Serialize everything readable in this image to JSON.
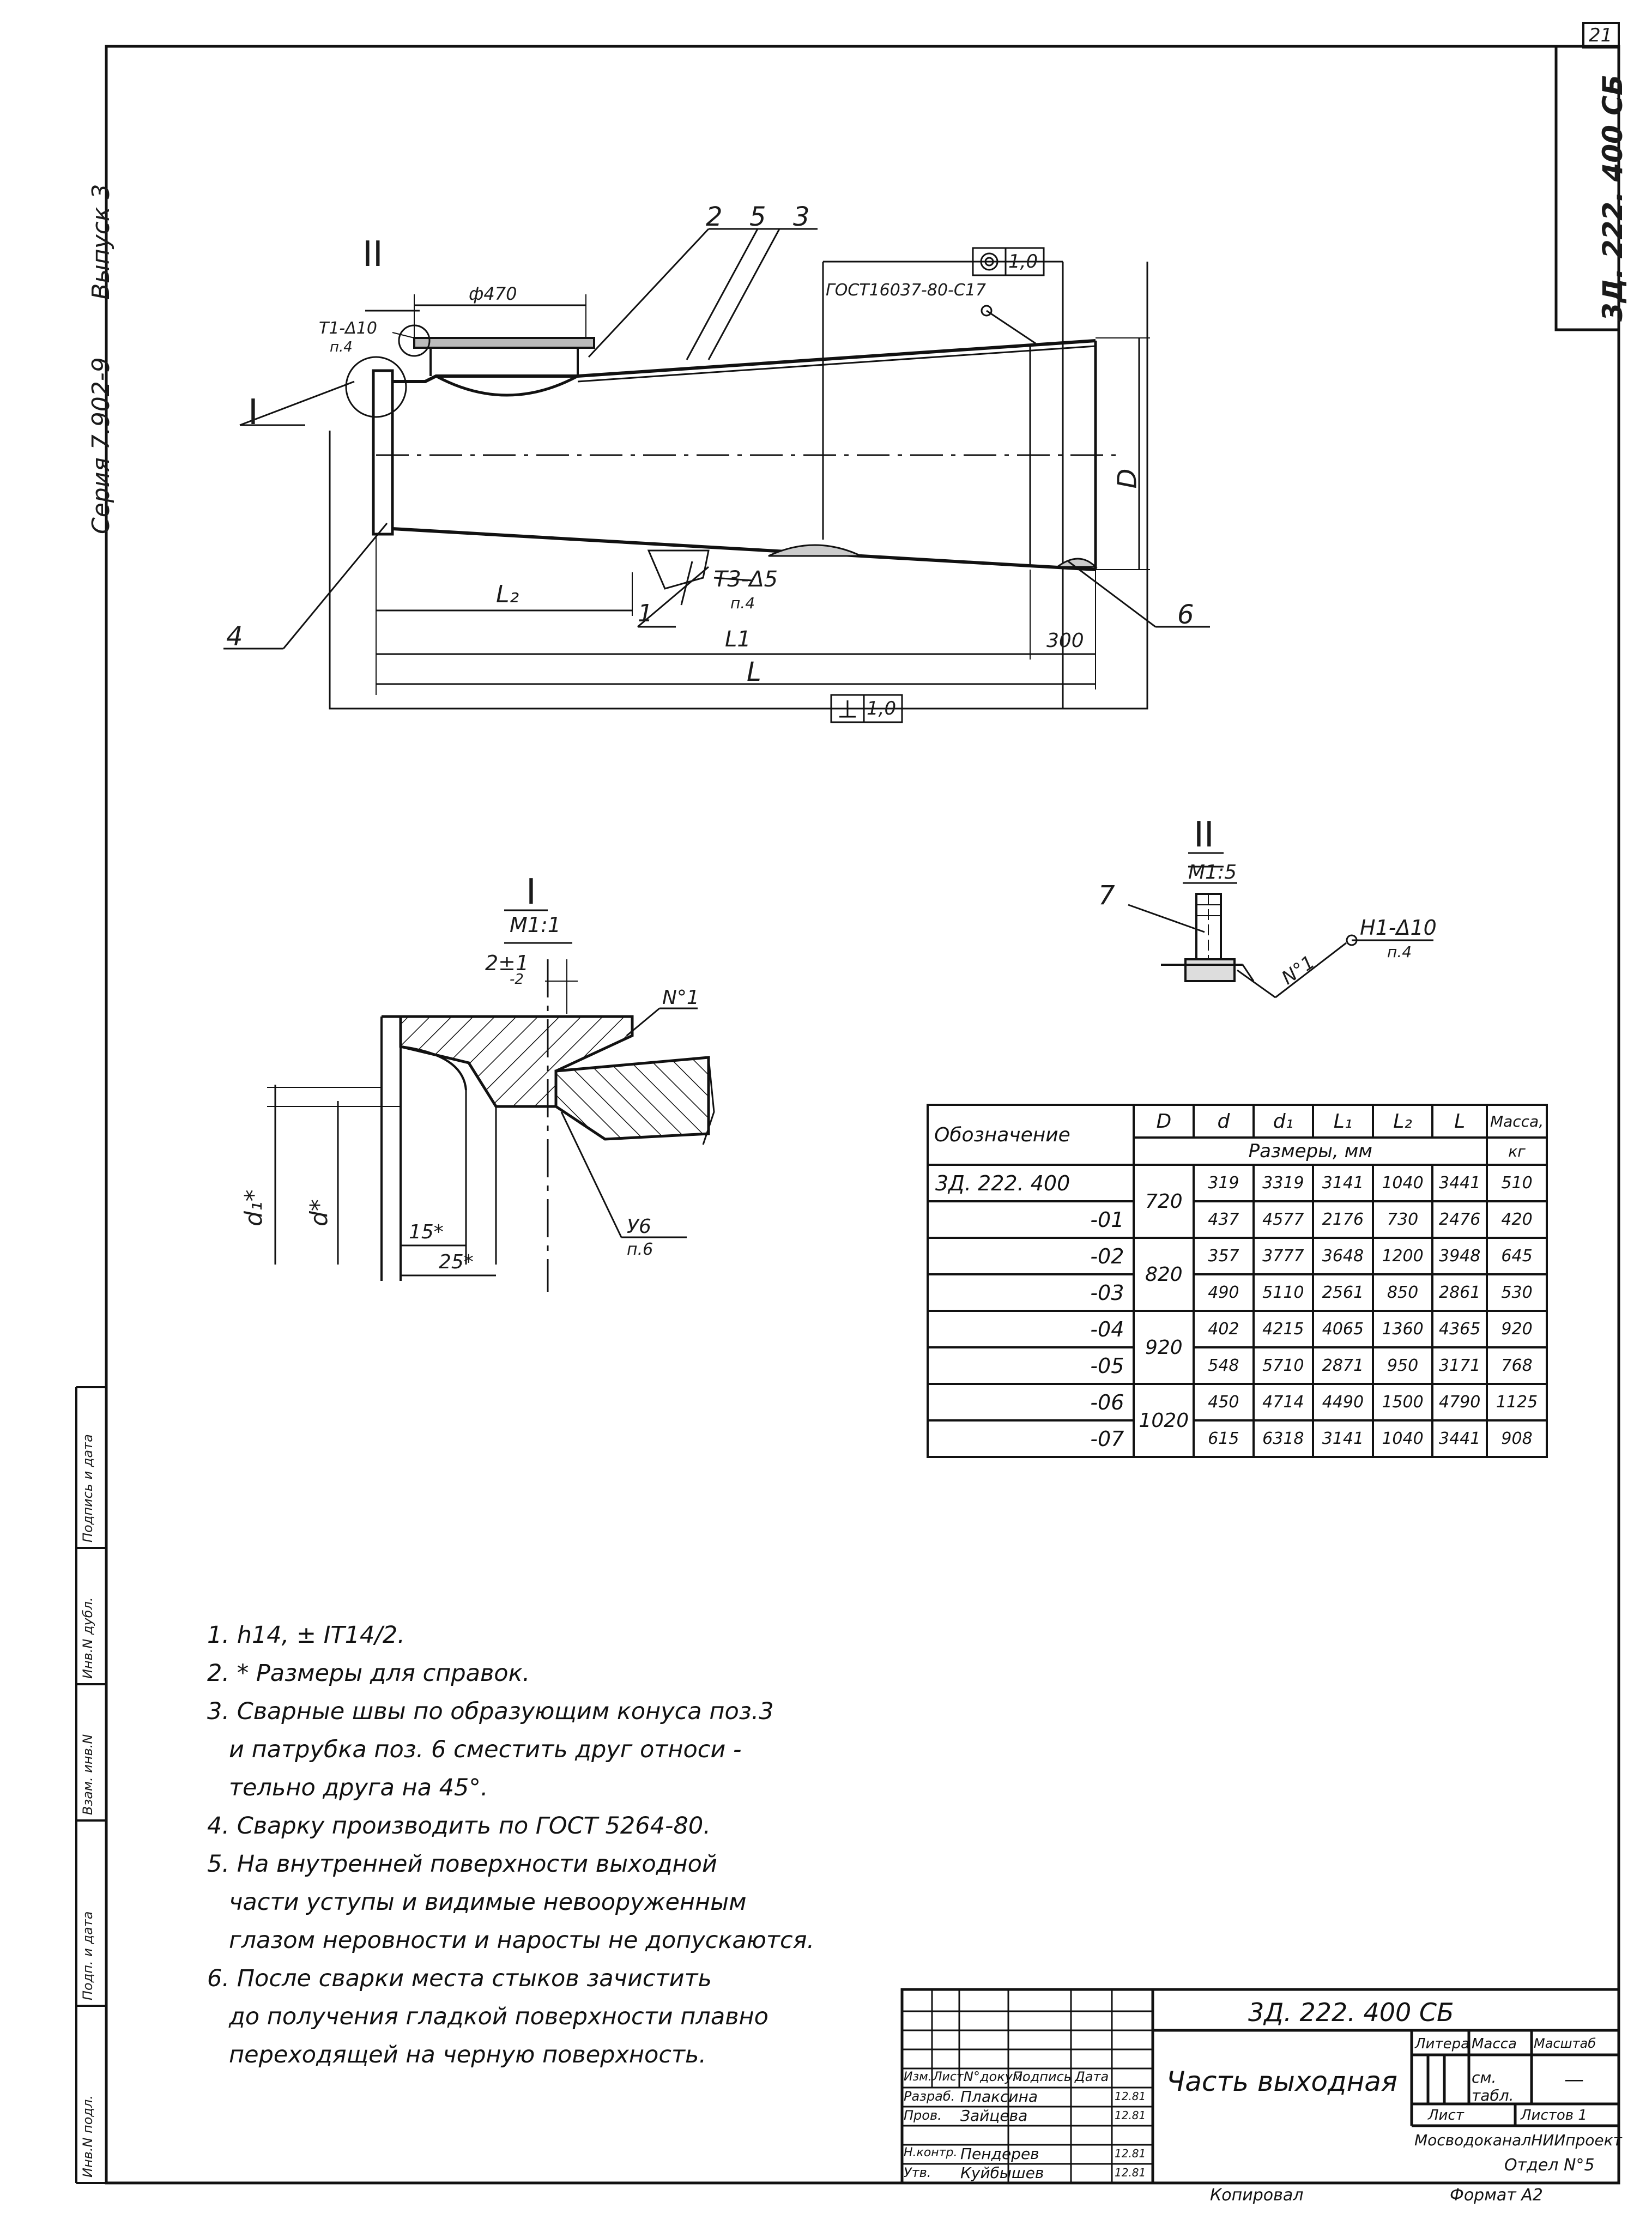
{
  "sheet": {
    "page_number": "21",
    "corner_code": "3Д. 222. 400 СБ",
    "series": "Серия 7.902-9",
    "issue": "Выпуск 3"
  },
  "views": {
    "main": {
      "label_II": "II",
      "label_I": "I",
      "diam_470": "ф470",
      "weld_T1": "Т1-Δ10",
      "weld_T1_ref": "п.4",
      "gost_ref": "ГОСТ16037-80-С17",
      "tol_concentricity": "1,0",
      "tol_perpendicularity": "1,0",
      "weld_T3": "Т3-Δ5",
      "weld_T3_ref": "п.4",
      "pos_1": "1",
      "pos_2": "2",
      "pos_3": "3",
      "pos_4": "4",
      "pos_5": "5",
      "pos_6": "6",
      "dim_D": "D",
      "dim_L2": "L₂",
      "dim_L1": "L1",
      "dim_L": "L",
      "dim_300": "300"
    },
    "detail_I": {
      "title": "I",
      "scale": "М1:1",
      "gap": "2±1",
      "gap_lower": "-2",
      "no1": "N°1",
      "d1": "d₁*",
      "d": "d*",
      "dim_15": "15*",
      "dim_25": "25*",
      "weld_U6": "У6",
      "weld_U6_ref": "п.6"
    },
    "detail_II": {
      "title": "II",
      "scale": "М1:5",
      "pos_7": "7",
      "no1": "N°1",
      "weld_H1": "Н1-Δ10",
      "weld_H1_ref": "п.4"
    }
  },
  "spec_table": {
    "headers": {
      "designation": "Обозначение",
      "D": "D",
      "d": "d",
      "d1": "d₁",
      "L1": "L₁",
      "L2": "L₂",
      "L": "L",
      "mass": "Масса,",
      "mass_unit": "кг",
      "dims_group": "Размеры, мм"
    },
    "rows": [
      {
        "des": "3Д. 222. 400",
        "D": "720",
        "d": "319",
        "d1": "3319",
        "L1": "3141",
        "L2": "1040",
        "L": "3441",
        "mass": "510"
      },
      {
        "des": "-01",
        "D": "720",
        "d": "437",
        "d1": "4577",
        "L1": "2176",
        "L2": "730",
        "L": "2476",
        "mass": "420"
      },
      {
        "des": "-02",
        "D": "820",
        "d": "357",
        "d1": "3777",
        "L1": "3648",
        "L2": "1200",
        "L": "3948",
        "mass": "645"
      },
      {
        "des": "-03",
        "D": "820",
        "d": "490",
        "d1": "5110",
        "L1": "2561",
        "L2": "850",
        "L": "2861",
        "mass": "530"
      },
      {
        "des": "-04",
        "D": "920",
        "d": "402",
        "d1": "4215",
        "L1": "4065",
        "L2": "1360",
        "L": "4365",
        "mass": "920"
      },
      {
        "des": "-05",
        "D": "920",
        "d": "548",
        "d1": "5710",
        "L1": "2871",
        "L2": "950",
        "L": "3171",
        "mass": "768"
      },
      {
        "des": "-06",
        "D": "1020",
        "d": "450",
        "d1": "4714",
        "L1": "4490",
        "L2": "1500",
        "L": "4790",
        "mass": "1125"
      },
      {
        "des": "-07",
        "D": "1020",
        "d": "615",
        "d1": "6318",
        "L1": "3141",
        "L2": "1040",
        "L": "3441",
        "mass": "908"
      }
    ]
  },
  "notes": [
    "1.  h14, ± IT14/2.",
    "2. * Размеры для справок.",
    "3.  Сварные швы по образующим конуса поз.3",
    "и патрубка поз. 6 сместить друг относи -",
    "тельно друга на 45°.",
    "4.  Сварку производить по ГОСТ 5264-80.",
    "5.  На внутренней поверхности выходной",
    "части уступы и видимые невооруженным",
    "глазом неровности и наросты не допускаются.",
    "6.  После сварки места стыков зачистить",
    "до получения гладкой поверхности плавно",
    "переходящей на черную поверхность."
  ],
  "left_margin": {
    "labels": [
      "Инв.N подл.",
      "Подп. и дата",
      "Взам. инв.N",
      "Инв.N дубл.",
      "Подпись и дата"
    ]
  },
  "title_block": {
    "doc_code": "3Д. 222. 400 СБ",
    "name": "Часть выходная",
    "col_izm": "Изм.",
    "col_list": "Лист",
    "col_ndoc": "N°докум.",
    "col_podp": "Подпись",
    "col_data": "Дата",
    "razrab_role": "Разраб.",
    "razrab_name": "Плаксина",
    "prov_role": "Пров.",
    "prov_name": "Зайцева",
    "nkontr_role": "Н.контр.",
    "nkontr_name": "Пендерев",
    "utv_role": "Утв.",
    "utv_name": "Куйбышев",
    "date1": "12.81",
    "date2": "12.81",
    "date3": "12.81",
    "date4": "12.81",
    "litera": "Литера",
    "massa": "Масса",
    "masshtab": "Масштаб",
    "massa_value": "см. табл.",
    "masshtab_value": "—",
    "list_label": "Лист",
    "listov_label": "Листов 1",
    "org1": "МосводоканалНИИпроект",
    "org2": "Отдел N°5",
    "copied": "Копировал",
    "format": "Формат А2"
  }
}
